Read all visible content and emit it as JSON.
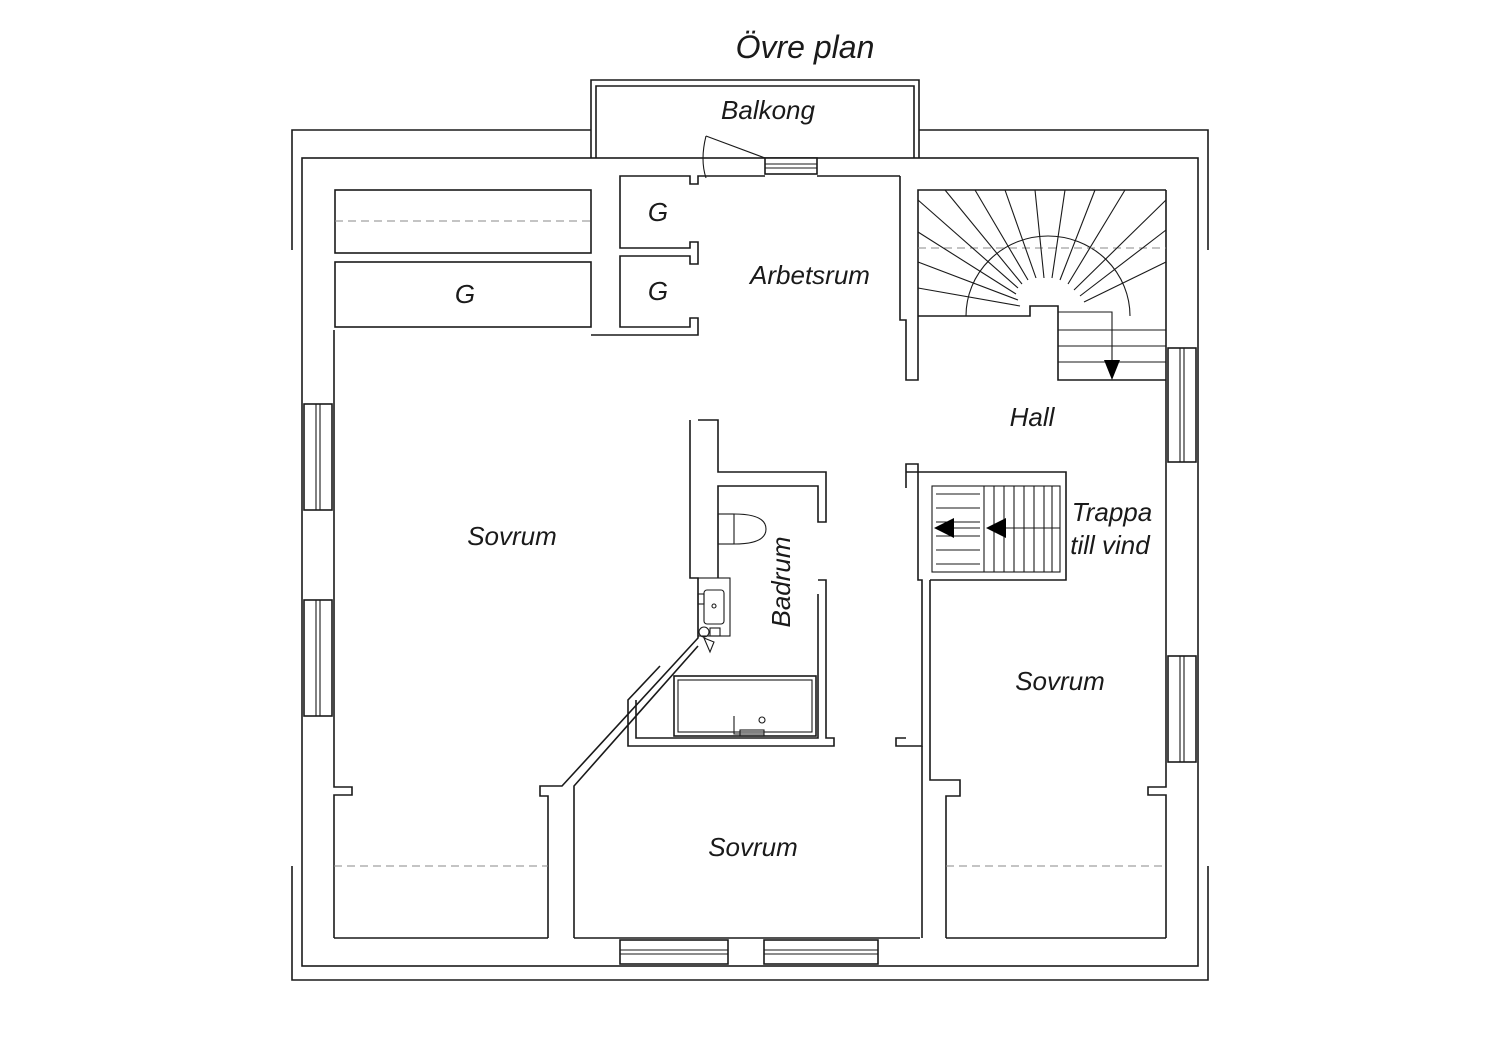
{
  "plan": {
    "title": "Övre plan",
    "rooms": {
      "balcony": "Balkong",
      "closet_1": "G",
      "closet_2": "G",
      "closet_3": "G",
      "study": "Arbetsrum",
      "hall": "Hall",
      "stairs_attic_line1": "Trappa",
      "stairs_attic_line2": "till vind",
      "bathroom": "Badrum",
      "bedroom_west": "Sovrum",
      "bedroom_east": "Sovrum",
      "bedroom_south": "Sovrum"
    }
  }
}
